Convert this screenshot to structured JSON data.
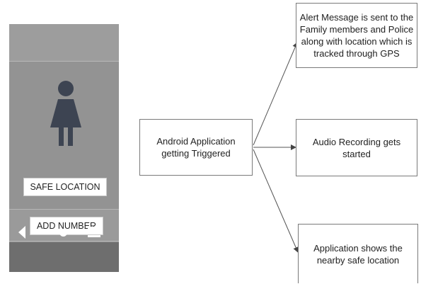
{
  "phone": {
    "safe_location_label": "SAFE LOCATION",
    "add_number_label": "ADD NUMBER"
  },
  "diagram": {
    "center_node": "Android Application getting Triggered",
    "outputs": [
      "Alert Message is sent to the Family members and Police along with location which is tracked through GPS",
      "Audio Recording gets started",
      "Application shows the nearby safe location"
    ]
  },
  "colors": {
    "phone_body": "#9a9a9a",
    "phone_navbar": "#6e6e6e",
    "icon_dark": "#3d4452",
    "box_border": "#7a7a7a"
  }
}
